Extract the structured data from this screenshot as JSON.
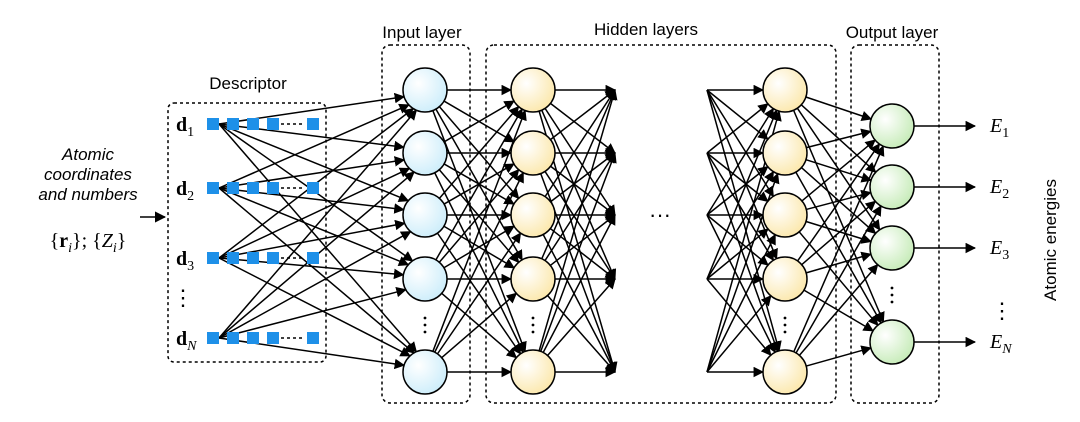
{
  "input_text": {
    "line1": "Atomic",
    "line2": "coordinates",
    "line3": "and numbers",
    "sym_open": "{",
    "sym_r": "r",
    "sym_i1": "i",
    "sym_mid": "}; {",
    "sym_Z": "Z",
    "sym_i2": "i",
    "sym_close": "}"
  },
  "descriptor": {
    "label": "Descriptor",
    "rows": [
      {
        "name": "d",
        "sub": "1"
      },
      {
        "name": "d",
        "sub": "2"
      },
      {
        "name": "d",
        "sub": "3"
      },
      {
        "name": "d",
        "sub": "N"
      }
    ],
    "vdots": "⋮"
  },
  "layers": {
    "input_label": "Input layer",
    "hidden_label": "Hidden layers",
    "output_label": "Output layer",
    "hidden_ellipsis": "···"
  },
  "outputs": {
    "items": [
      {
        "name": "E",
        "sub": "1"
      },
      {
        "name": "E",
        "sub": "2"
      },
      {
        "name": "E",
        "sub": "3"
      },
      {
        "name": "E",
        "sub": "N"
      }
    ],
    "vdots": "⋮",
    "side_label": "Atomic energies"
  },
  "colors": {
    "descriptor_square": "#1e90e8",
    "input_node": "#d4f0fb",
    "hidden_node": "#fcefc4",
    "output_node": "#d2f0c6",
    "line": "#000000"
  }
}
